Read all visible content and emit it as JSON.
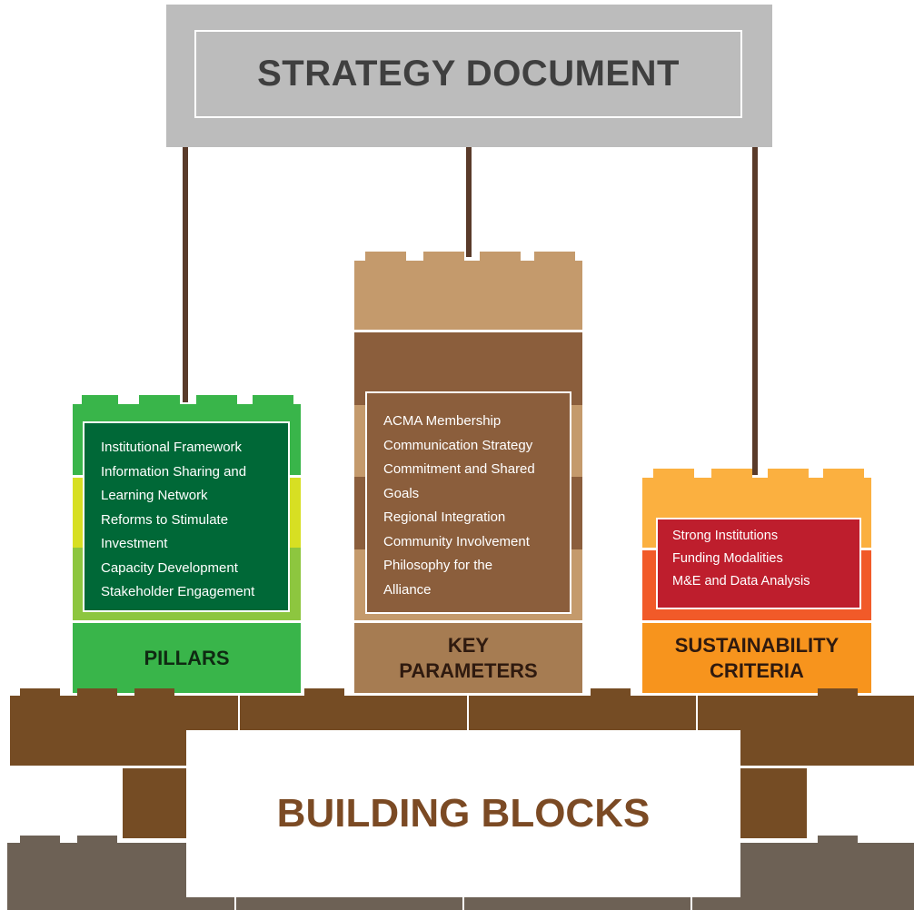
{
  "strategy": {
    "title": "STRATEGY DOCUMENT"
  },
  "pillars": {
    "label": "PILLARS",
    "items": [
      "Institutional Framework",
      "Information Sharing and",
      "Learning Network",
      "Reforms to Stimulate",
      "Investment",
      "Capacity Development",
      "Stakeholder Engagement"
    ],
    "colors": {
      "top": "#39b54a",
      "inner": "#006837",
      "band_yellow": "#d7df23",
      "band_light": "#8dc63f"
    }
  },
  "key_parameters": {
    "label_line1": "KEY",
    "label_line2": "PARAMETERS",
    "items": [
      "ACMA Membership",
      "Communication Strategy",
      "Commitment and Shared",
      "Goals",
      "Regional Integration",
      "Community Involvement",
      "Philosophy for the",
      "Alliance"
    ],
    "colors": {
      "light": "#c49a6c",
      "dark": "#8b5e3c",
      "base": "#a67c52"
    }
  },
  "sustainability": {
    "label_line1": "SUSTAINABILITY",
    "label_line2": "CRITERIA",
    "items": [
      "Strong Institutions",
      "Funding Modalities",
      "M&E and Data Analysis"
    ],
    "colors": {
      "top": "#fbb040",
      "inner": "#be1e2d",
      "band": "#f15a29",
      "base": "#f7941d"
    }
  },
  "building_blocks": {
    "title": "BUILDING BLOCKS",
    "colors": {
      "brick": "#754c24",
      "bottom": "#6d6155"
    }
  }
}
